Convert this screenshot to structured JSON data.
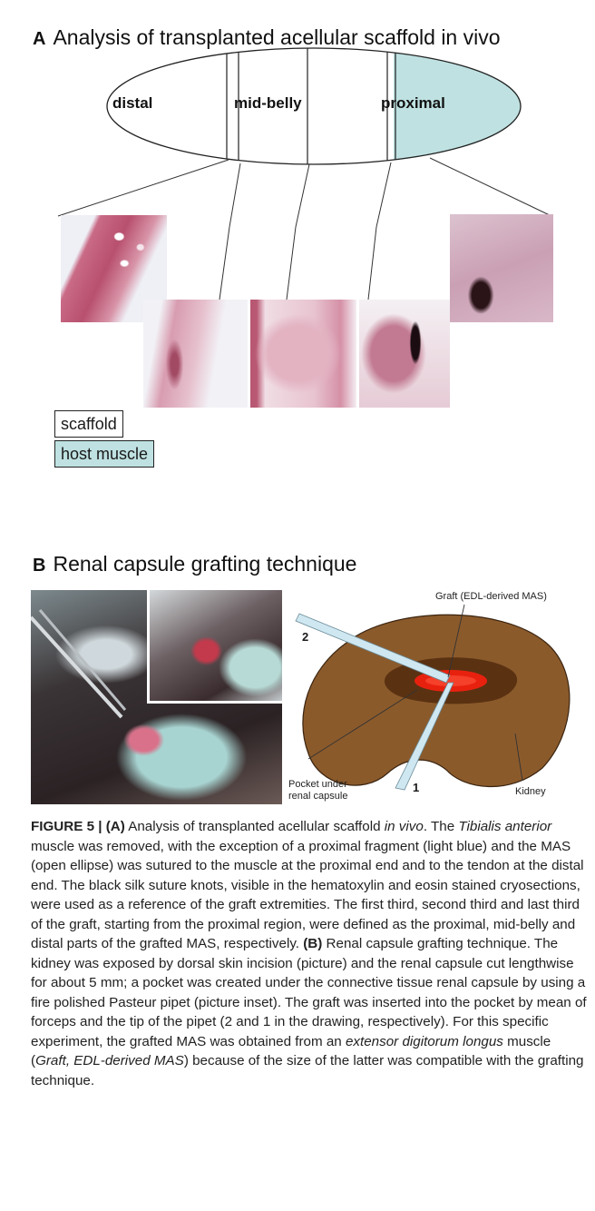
{
  "panel_a": {
    "letter": "A",
    "title": "Analysis of transplanted acellular scaffold in vivo",
    "segments": {
      "distal": "distal",
      "mid": "mid-belly",
      "proximal": "proximal"
    },
    "legend": {
      "scaffold": "scaffold",
      "host": "host muscle"
    },
    "colors": {
      "host_muscle": "#bfe1e1",
      "stain_pink": "#c8708c",
      "stain_dark": "#2a1418"
    }
  },
  "panel_b": {
    "letter": "B",
    "title": "Renal capsule grafting technique",
    "diagram": {
      "graft_label": "Graft (EDL-derived MAS)",
      "pipet_2": "2",
      "pipet_1": "1",
      "pocket_label_line1": "Pocket under",
      "pocket_label_line2": "renal capsule",
      "kidney_label": "Kidney",
      "colors": {
        "kidney": "#8b5a2b",
        "pocket": "#5a3212",
        "graft": "#e8210f",
        "pipet": "#cfe7f0"
      }
    }
  },
  "caption": {
    "fig": "FIGURE 5 | ",
    "a_tag": "(A)",
    "a_1": " Analysis of transplanted acellular scaffold ",
    "a_invivo": "in vivo",
    "a_2": ". The ",
    "a_species": "Tibialis anterior",
    "a_3": " muscle was removed, with the exception of a proximal fragment (light blue) and the MAS (open ellipse) was sutured to the muscle at the proximal end and to the tendon at the distal end. The black silk suture knots, visible in the hematoxylin and eosin stained cryosections, were used as a reference of the graft extremities. The first third, second third and last third of the graft, starting from the proximal region, were defined as the proximal, mid-belly and distal parts of the grafted MAS, respectively. ",
    "b_tag": "(B)",
    "b_1": " Renal capsule grafting technique. The kidney was exposed by dorsal skin incision (picture) and the renal capsule cut lengthwise for about 5 mm; a pocket was created under the connective tissue renal capsule by using a fire polished Pasteur pipet (picture inset). The graft was inserted into the pocket by mean of forceps and the tip of the pipet (2 and 1 in the drawing, respectively). For this specific experiment, the grafted MAS was obtained from an ",
    "b_muscle": "extensor digitorum longus",
    "b_2": " muscle (",
    "b_graft": "Graft, EDL-derived MAS",
    "b_3": ") because of the size of the latter was compatible with the grafting technique."
  }
}
